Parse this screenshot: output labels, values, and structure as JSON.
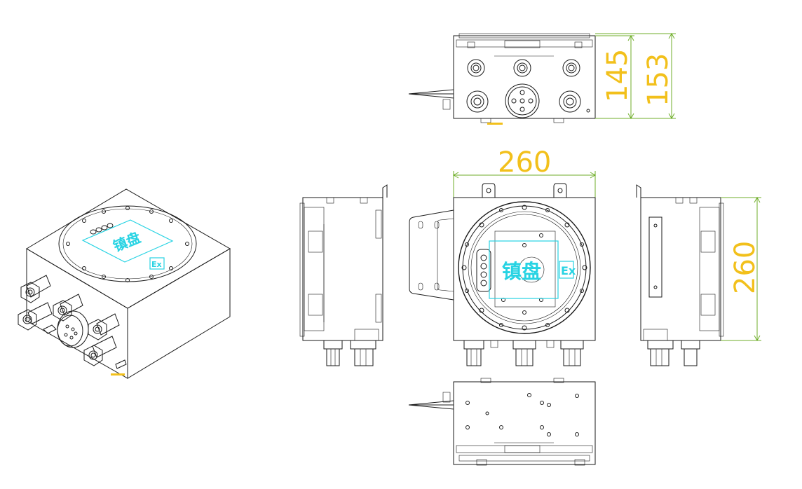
{
  "dimensions": {
    "top_height_inner": "145",
    "top_height_outer": "153",
    "front_width": "260",
    "side_height": "260"
  },
  "labels": {
    "brand_chars": "镇盘",
    "ex_mark": "Ex"
  },
  "colors": {
    "outline": "#1a1a1a",
    "dimension_line": "#6fae2a",
    "dimension_text": "#f2c01b",
    "nameplate": "#27d3e3"
  }
}
